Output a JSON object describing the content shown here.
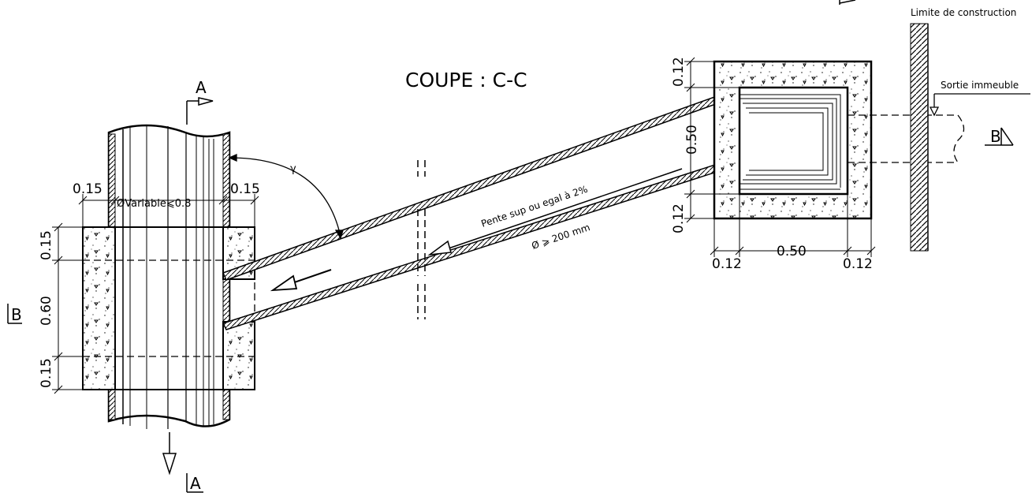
{
  "title": "COUPE  : C-C",
  "labels": {
    "limite": "Limite de construction",
    "sortie": "Sortie immeuble",
    "pente": "Pente  sup ou egal à 2%",
    "diametre": "Ø ⩾ 200 mm",
    "variable": "ØVariable⩽0.8",
    "angle": "γ"
  },
  "sections": {
    "a_top": "A",
    "a_bottom": "A",
    "b_left": "B",
    "b_right": "B"
  },
  "dimensions": {
    "left_015_a": "0.15",
    "left_015_b": "0.15",
    "v_015_top": "0.15",
    "v_060": "0.60",
    "v_015_bottom": "0.15",
    "r_012_top": "0.12",
    "r_050_v": "0.50",
    "r_012_bottom": "0.12",
    "b_012_left": "0.12",
    "b_050": "0.50",
    "b_012_right": "0.12"
  },
  "colors": {
    "line": "#000000",
    "background": "#ffffff"
  }
}
